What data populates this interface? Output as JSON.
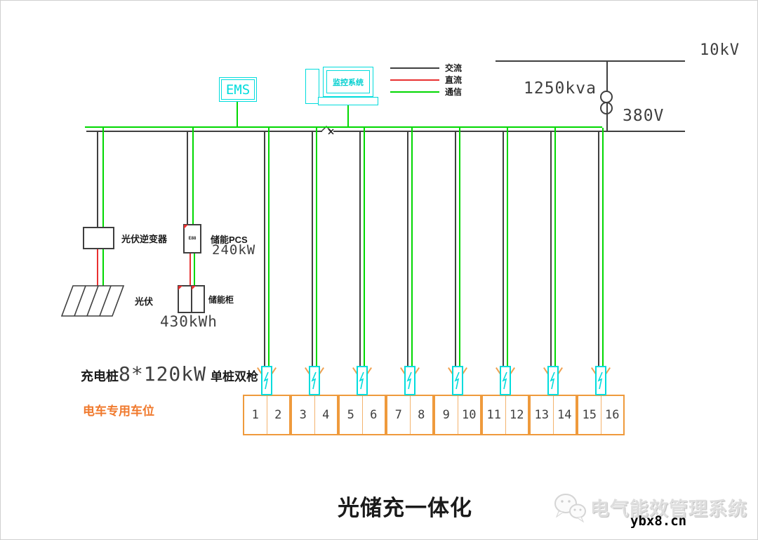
{
  "colors": {
    "ac": "#3f3f3f",
    "dc": "#e83030",
    "comm": "#00d800",
    "cyan": "#00dcdc",
    "orange": "#ef9a3c",
    "orange_text": "#f07a2e"
  },
  "legend": {
    "items": [
      {
        "label": "交流",
        "type": "ac"
      },
      {
        "label": "直流",
        "type": "dc"
      },
      {
        "label": "通信",
        "type": "comm"
      }
    ]
  },
  "grid": {
    "hv_label": "10kV",
    "transformer_rating": "1250kva",
    "lv_label": "380V"
  },
  "ems": {
    "label": "EMS"
  },
  "scada": {
    "label": "监控系统"
  },
  "pv": {
    "inverter_label": "光伏逆变器",
    "panel_label": "光伏"
  },
  "storage": {
    "pcs_label": "储能PCS",
    "pcs_power": "240kW",
    "pcs_badge": "E88",
    "cabinet_label": "储能柜",
    "cabinet_capacity": "430kWh"
  },
  "charging": {
    "label_prefix": "充电桩",
    "label_power": "8*120kW",
    "label_suffix": "单桩双枪",
    "parking_label": "电车专用车位",
    "spots": [
      "1",
      "2",
      "3",
      "4",
      "5",
      "6",
      "7",
      "8",
      "9",
      "10",
      "11",
      "12",
      "13",
      "14",
      "15",
      "16"
    ]
  },
  "title": "光储充一体化",
  "footer": {
    "brand": "电气能效管理系统",
    "site": "ybx8.cn"
  }
}
